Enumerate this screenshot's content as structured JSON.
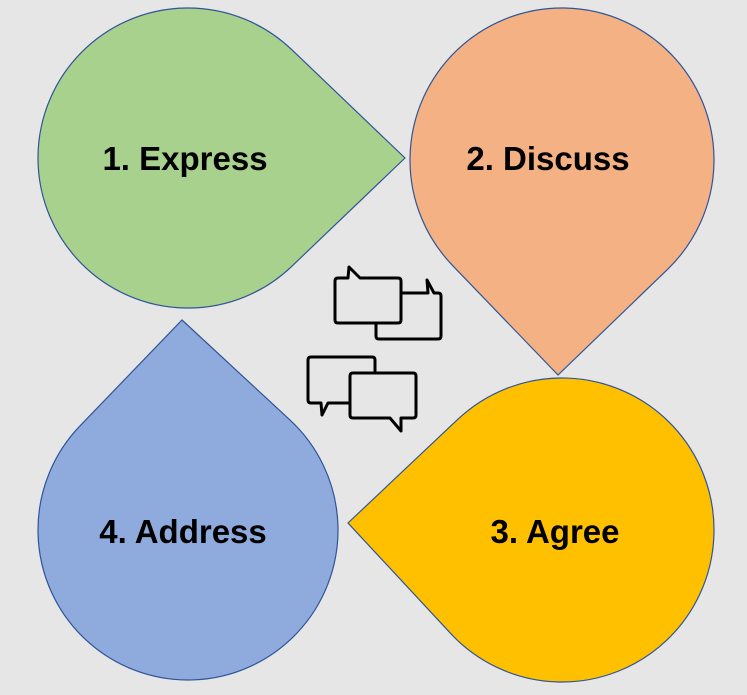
{
  "steps": [
    {
      "label": "1. Express",
      "color": "#a9d18e"
    },
    {
      "label": "2. Discuss",
      "color": "#f4b183"
    },
    {
      "label": "3. Agree",
      "color": "#ffc000"
    },
    {
      "label": "4. Address",
      "color": "#8faadc"
    }
  ],
  "outline_color": "#2f5597",
  "center_icon": "speech-bubbles-icon"
}
